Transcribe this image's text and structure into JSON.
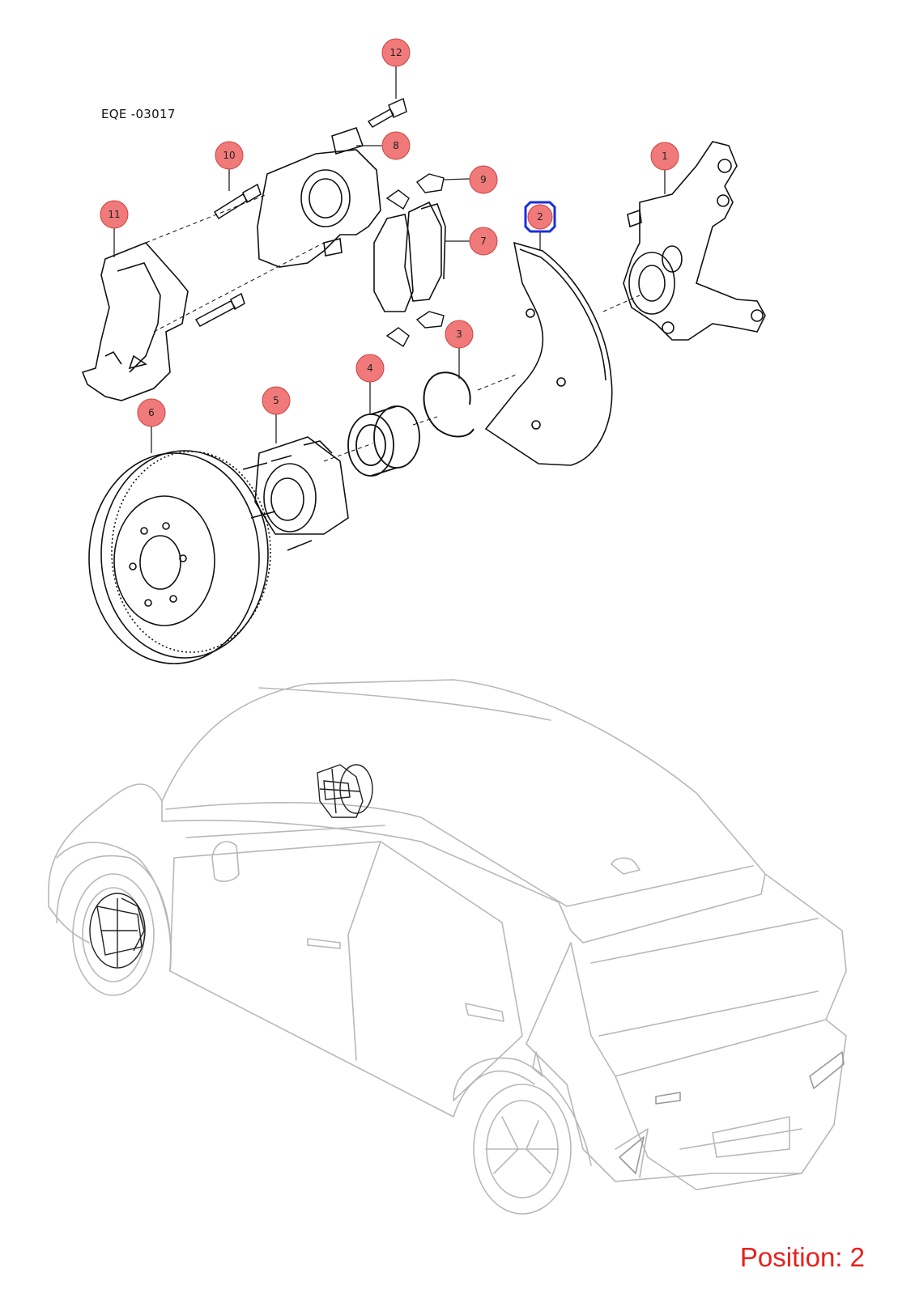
{
  "diagram": {
    "code": "EQE -03017",
    "position_label": "Position: 2",
    "selected_callout": "2",
    "callouts": [
      {
        "id": "1",
        "label": "1"
      },
      {
        "id": "2",
        "label": "2"
      },
      {
        "id": "3",
        "label": "3"
      },
      {
        "id": "4",
        "label": "4"
      },
      {
        "id": "5",
        "label": "5"
      },
      {
        "id": "6",
        "label": "6"
      },
      {
        "id": "7",
        "label": "7"
      },
      {
        "id": "8",
        "label": "8"
      },
      {
        "id": "9",
        "label": "9"
      },
      {
        "id": "10",
        "label": "10"
      },
      {
        "id": "11",
        "label": "11"
      },
      {
        "id": "12",
        "label": "12"
      }
    ],
    "colors": {
      "callout_fill": "#f07a7a",
      "callout_stroke": "#d04040",
      "selected_stroke": "#1a2fe0",
      "position_text": "#e8201c",
      "line_art": "#111111",
      "car_outline": "#b8b8b8"
    }
  }
}
